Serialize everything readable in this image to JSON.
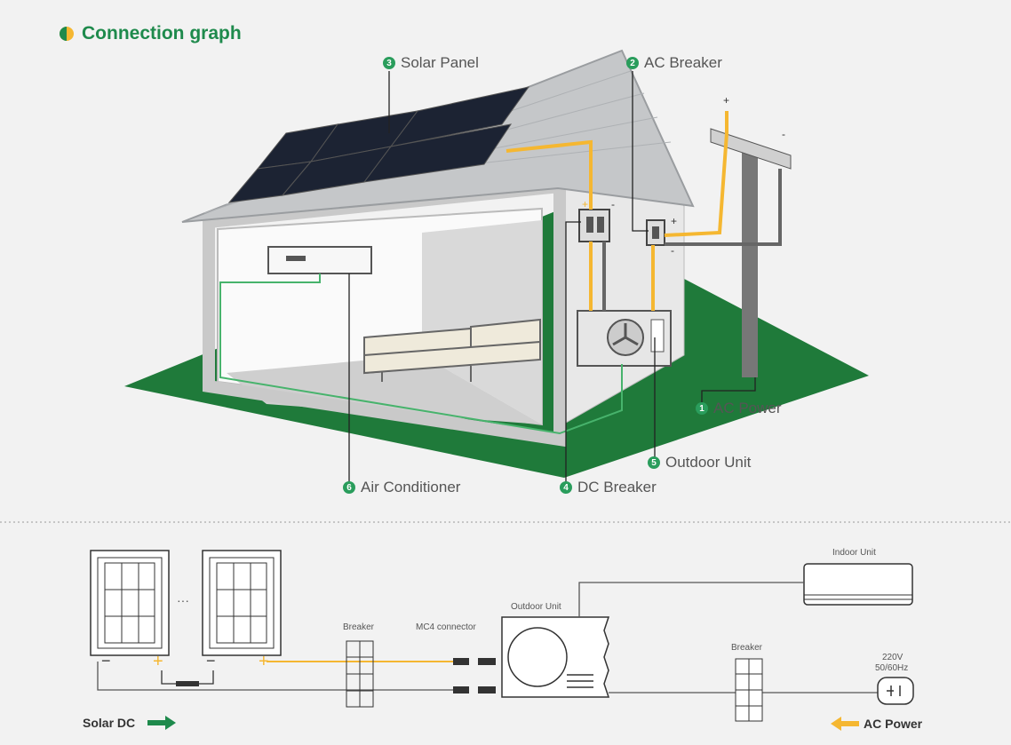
{
  "title": "Connection graph",
  "callouts": {
    "solar_panel": {
      "num": "3",
      "label": "Solar Panel"
    },
    "ac_breaker": {
      "num": "2",
      "label": "AC Breaker"
    },
    "ac_power": {
      "num": "1",
      "label": "AC Power"
    },
    "outdoor_unit": {
      "num": "5",
      "label": "Outdoor Unit"
    },
    "dc_breaker": {
      "num": "4",
      "label": "DC Breaker"
    },
    "air_conditioner": {
      "num": "6",
      "label": "Air Conditioner"
    }
  },
  "schematic": {
    "indoor_unit": "Indoor Unit",
    "outdoor_unit": "Outdoor Unit",
    "breaker_dc": "Breaker",
    "breaker_ac": "Breaker",
    "mc4": "MC4 connector",
    "voltage": "220V",
    "frequency": "50/60Hz",
    "ellipsis": "···",
    "minus": "−",
    "plus": "+"
  },
  "legend": {
    "solar_dc": "Solar DC",
    "ac_power": "AC Power"
  },
  "colors": {
    "brand_green": "#1e8a4c",
    "ground_green": "#1f7a3a",
    "wire_orange": "#f5b731",
    "wire_gray": "#666666",
    "panel_dark": "#1c2333"
  }
}
